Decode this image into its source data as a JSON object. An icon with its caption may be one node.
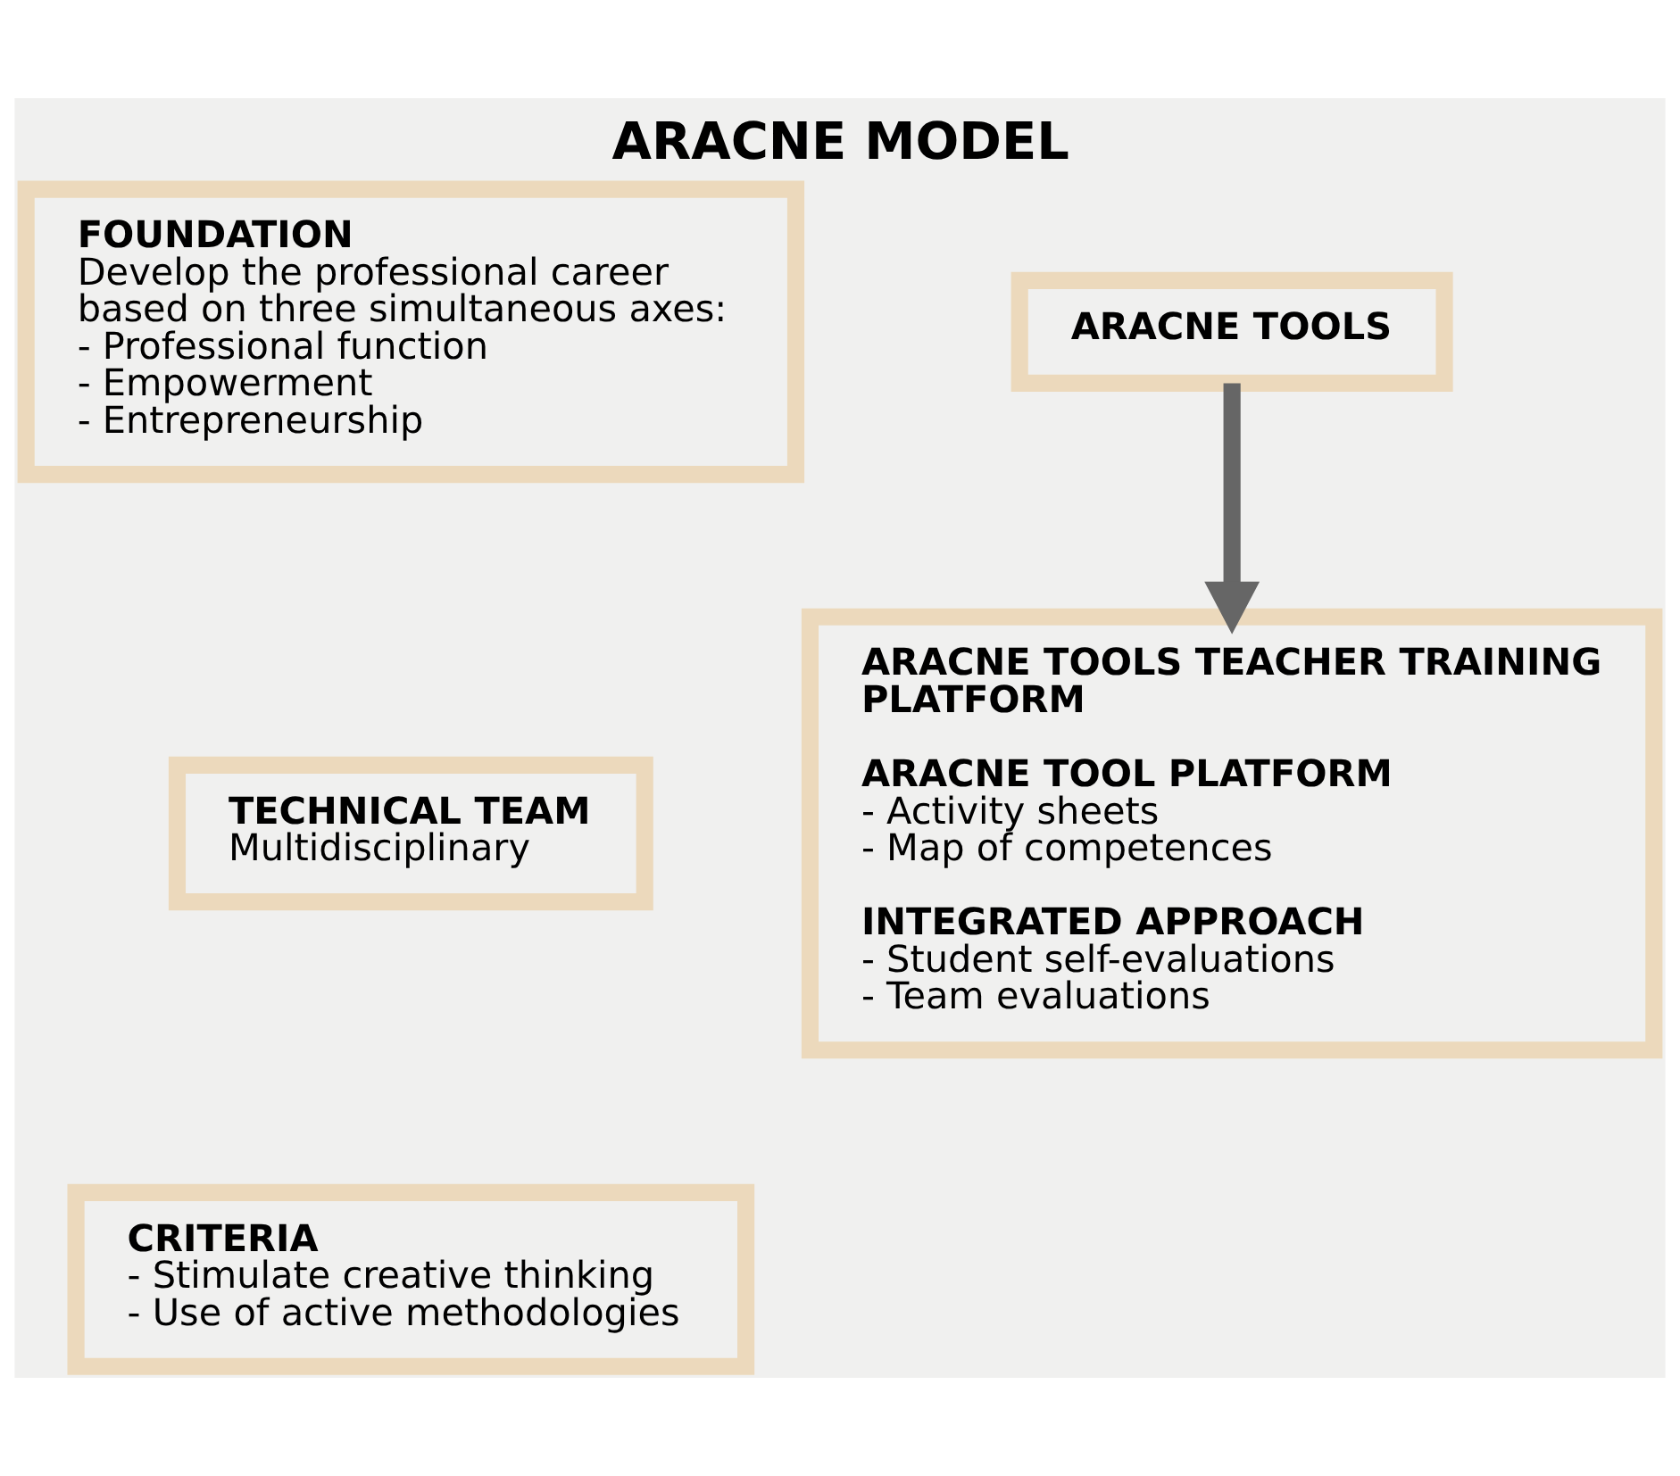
{
  "diagram": {
    "title": "ARACNE MODEL",
    "nodes": [
      {
        "text": [
          "FOUNDATION",
          "Develop the professional career based on three simultaneous axes:",
          "- Professional function",
          "- Empowerment",
          "- Entrepreneurship"
        ]
      },
      {
        "text": [
          "ARACNE TOOLS"
        ]
      },
      {
        "text": [
          "ARACNE TOOLS TEACHER TRAINING PLATFORM",
          "ARACNE TOOL PLATFORM",
          "- Activity sheets",
          "- Map of competences",
          "INTEGRATED APPROACH",
          "- Student self-evaluations",
          "- Team evaluations"
        ]
      },
      {
        "text": [
          "TECHNICAL TEAM",
          "Multidisciplinary"
        ]
      },
      {
        "text": [
          "CRITERIA",
          "- Stimulate creative thinking",
          "- Use of active methodologies"
        ]
      }
    ],
    "edges": [
      {
        "from": 1,
        "to": 2,
        "arrow": "to"
      }
    ]
  }
}
